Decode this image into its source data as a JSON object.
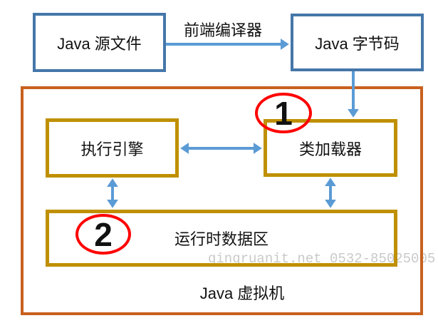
{
  "diagram": {
    "boxes": {
      "java_source": {
        "label": "Java 源文件"
      },
      "java_bytecode": {
        "label": "Java 字节码"
      },
      "execution_engine": {
        "label": "执行引擎"
      },
      "class_loader": {
        "label": "类加载器"
      },
      "runtime_data_area": {
        "label": "运行时数据区"
      },
      "jvm": {
        "label": "Java 虚拟机"
      }
    },
    "edge_labels": {
      "frontend_compiler": "前端编译器"
    },
    "badges": {
      "step1": "1",
      "step2": "2"
    },
    "watermark": "qingruanit.net 0532-85025005",
    "colors": {
      "blue_box_border": "#4577A9",
      "gold_box_border": "#BF9000",
      "jvm_border_orange": "#C8601E",
      "arrow_blue": "#5B9BD5",
      "badge_red": "#FF0000",
      "watermark_gray": "#C9C9C9",
      "text_black": "#111111"
    }
  }
}
